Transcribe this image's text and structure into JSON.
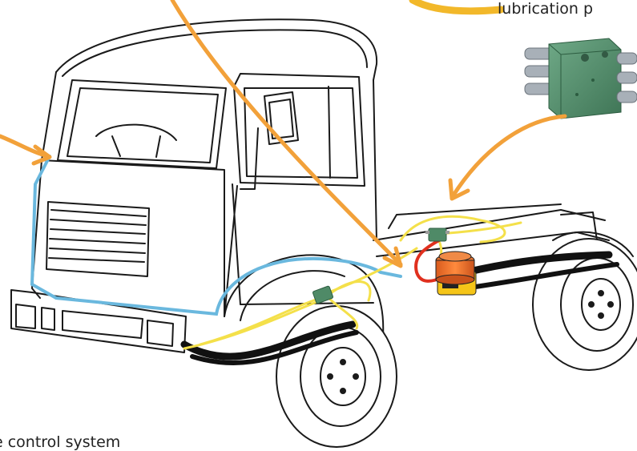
{
  "labels": {
    "top_right": "lubrication p",
    "bottom_left": "e control system"
  },
  "colors": {
    "outline": "#1a1a1a",
    "arrow": "#f2a13a",
    "electrical_line": "#6ab8de",
    "lube_line": "#f4e04a",
    "pump_red": "#e0301e",
    "pump_orange": "#f0732a",
    "block_green": "#4f8a67",
    "tire": "#111111"
  },
  "icons": {
    "arrow": "hand-drawn-arrow",
    "block": "distributor-block",
    "pump": "lubrication-pump"
  }
}
